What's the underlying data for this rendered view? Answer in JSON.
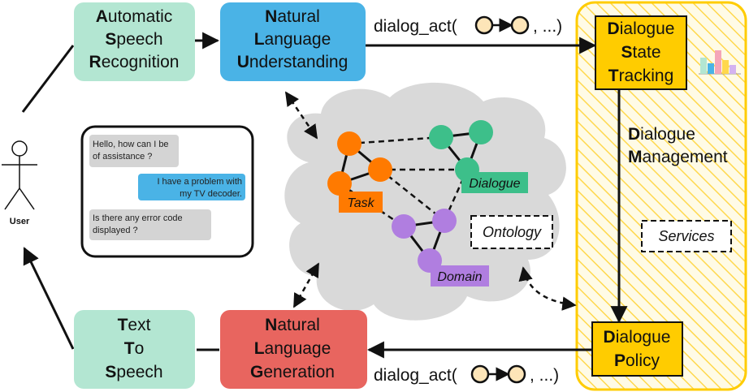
{
  "modules": {
    "asr": {
      "lines": [
        {
          "initial": "A",
          "rest": "utomatic"
        },
        {
          "initial": "S",
          "rest": "peech"
        },
        {
          "initial": "R",
          "rest": "ecognition"
        }
      ],
      "color": "#b3e6d2"
    },
    "nlu": {
      "lines": [
        {
          "initial": "N",
          "rest": "atural"
        },
        {
          "initial": "L",
          "rest": "anguage"
        },
        {
          "initial": "U",
          "rest": "nderstanding"
        }
      ],
      "color": "#4ab3e6"
    },
    "tts": {
      "lines": [
        {
          "initial": "T",
          "rest": "ext"
        },
        {
          "initial": "T",
          "rest": "o"
        },
        {
          "initial": "S",
          "rest": "peech"
        }
      ],
      "color": "#b3e6d2"
    },
    "nlg": {
      "lines": [
        {
          "initial": "N",
          "rest": "atural"
        },
        {
          "initial": "L",
          "rest": "anguage"
        },
        {
          "initial": "G",
          "rest": "eneration"
        }
      ],
      "color": "#e8655f"
    },
    "dst": {
      "lines": [
        {
          "initial": "D",
          "rest": "ialogue"
        },
        {
          "initial": "S",
          "rest": "tate"
        },
        {
          "initial": "T",
          "rest": "racking"
        }
      ],
      "color": "#ffcc00"
    },
    "policy": {
      "lines": [
        {
          "initial": "D",
          "rest": "ialogue"
        },
        {
          "initial": "P",
          "rest": "olicy"
        }
      ],
      "color": "#ffcc00"
    }
  },
  "dialogue_management": {
    "lines": [
      {
        "initial": "D",
        "rest": "ialogue"
      },
      {
        "initial": "M",
        "rest": "anagement"
      }
    ]
  },
  "dialog_act_top": {
    "prefix": "dialog_act(",
    "suffix": ", ...)"
  },
  "dialog_act_bottom": {
    "prefix": "dialog_act(",
    "suffix": ", ...)"
  },
  "ontology": {
    "labels": {
      "task": "Task",
      "dialogue": "Dialogue",
      "domain": "Domain",
      "ontology": "Ontology",
      "services": "Services"
    },
    "colors": {
      "task": "#ff7a00",
      "dialogue": "#3dbf8a",
      "domain": "#b07ee0",
      "cloud": "#d9d9d9"
    }
  },
  "chat": {
    "messages": [
      {
        "lines": [
          "Hello, how can I be",
          "of assistance ?"
        ],
        "side": "left"
      },
      {
        "lines": [
          "I have a problem with",
          "my TV decoder."
        ],
        "side": "right"
      },
      {
        "lines": [
          "Is there any error code",
          "displayed ?"
        ],
        "side": "left"
      }
    ],
    "colors": {
      "left": "#d4d4d4",
      "right": "#4ab3e6"
    }
  },
  "user": {
    "label": "User"
  }
}
